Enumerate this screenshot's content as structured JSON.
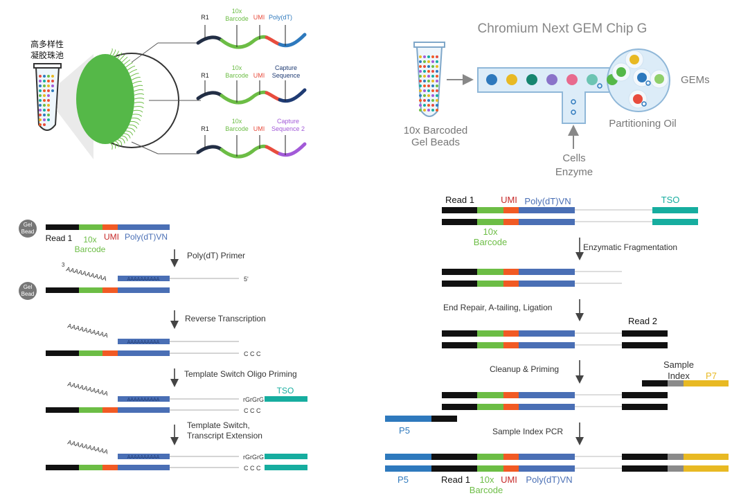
{
  "colors": {
    "black": "#111111",
    "green": "#6cbd45",
    "orange": "#f15a24",
    "blue": "#4a6fb5",
    "navy": "#1f3b73",
    "teal": "#16ad9f",
    "gray": "#8a8a8a",
    "yellow": "#e8b923",
    "p5blue": "#2e79bd",
    "purple": "#a25ad8",
    "red": "#e84c3d",
    "bead_green": "#55b848",
    "tube_blue": "#dcecf8"
  },
  "beads": {
    "label_line1": "高多样性",
    "label_line2": "凝胶珠池",
    "strand1": {
      "r1": "R1",
      "barcode_l1": "10x",
      "barcode_l2": "Barcode",
      "umi": "UMI",
      "tail": "Poly(dT)"
    },
    "strand2": {
      "r1": "R1",
      "barcode_l1": "10x",
      "barcode_l2": "Barcode",
      "umi": "UMI",
      "tail_l1": "Capture",
      "tail_l2": "Sequence"
    },
    "strand3": {
      "r1": "R1",
      "barcode_l1": "10x",
      "barcode_l2": "Barcode",
      "umi": "UMI",
      "tail_l1": "Capture",
      "tail_l2": "Sequence 2"
    }
  },
  "chip": {
    "title": "Chromium Next GEM Chip G",
    "tube_l1": "10x Barcoded",
    "tube_l2": "Gel Beads",
    "gems": "GEMs",
    "oil": "Partitioning Oil",
    "cells_l1": "Cells",
    "cells_l2": "Enzyme"
  },
  "rt": {
    "gel_l1": "Gel",
    "gel_l2": "Bead",
    "read1": "Read 1",
    "barcode_l1": "10x",
    "barcode_l2": "Barcode",
    "umi": "UMI",
    "polydt": "Poly(dT)VN",
    "step1": "Poly(dT) Primer",
    "three": "3",
    "polya": "AAAAAAAAAA",
    "polyt_box": "AAAAAAAAAA",
    "five": "5'",
    "step2": "Reverse Transcription",
    "ccc": "C C C",
    "step3": "Template Switch Oligo Priming",
    "rgrgrg": "rGrGrG",
    "tso": "TSO",
    "step4_l1": "Template Switch,",
    "step4_l2": "Transcript Extension"
  },
  "lib": {
    "read1": "Read 1",
    "umi": "UMI",
    "polydt": "Poly(dT)VN",
    "tso": "TSO",
    "barcode_l1": "10x",
    "barcode_l2": "Barcode",
    "step1": "Enzymatic Fragmentation",
    "step2": "End Repair, A-tailing, Ligation",
    "read2": "Read 2",
    "step3": "Cleanup & Priming",
    "sample_l1": "Sample",
    "sample_l2": "Index",
    "p7": "P7",
    "p5": "P5",
    "step4": "Sample Index PCR",
    "p5b": "P5",
    "read1b": "Read 1",
    "x10b": "10x",
    "umib": "UMI",
    "polydtb": "Poly(dT)VN",
    "barcodeb": "Barcode"
  }
}
